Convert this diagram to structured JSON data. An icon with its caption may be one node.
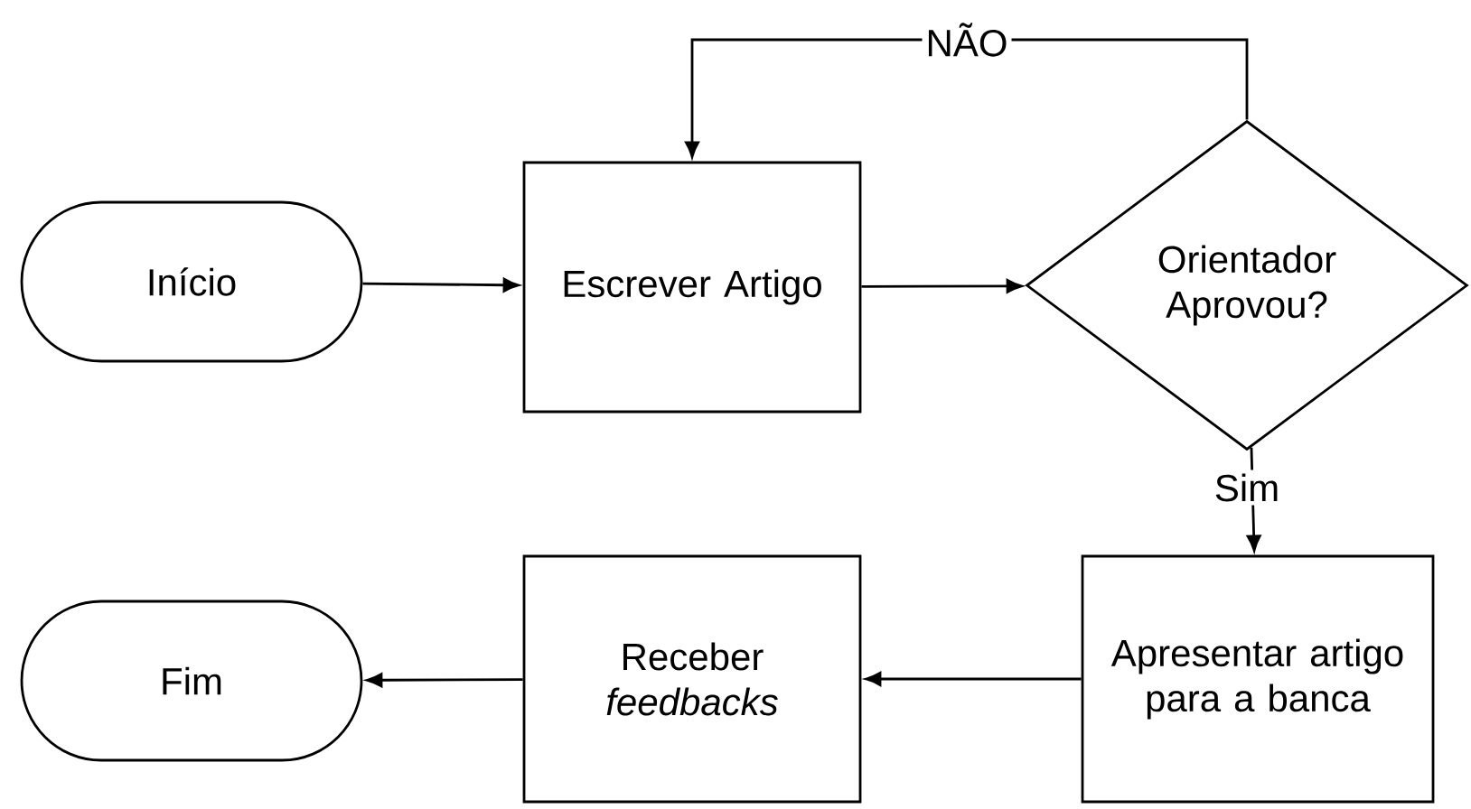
{
  "diagram": {
    "nodes": [
      {
        "text": [
          "Início"
        ]
      },
      {
        "text": [
          "Escrever Artigo"
        ]
      },
      {
        "text": [
          "Orientador Aprovou?"
        ]
      },
      {
        "text": [
          "Apresentar artigo para a banca"
        ]
      },
      {
        "text": [
          "Receber *feedbacks*"
        ]
      },
      {
        "text": [
          "Fim"
        ]
      }
    ],
    "edges": [
      {
        "from": 0,
        "to": 1,
        "arrow": "to"
      },
      {
        "from": 1,
        "to": 2,
        "arrow": "to"
      },
      {
        "from": 2,
        "to": 1,
        "arrow": "to",
        "label": "NÃO"
      },
      {
        "from": 2,
        "to": 3,
        "arrow": "to",
        "label": "Sim"
      },
      {
        "from": 3,
        "to": 4,
        "arrow": "to"
      },
      {
        "from": 4,
        "to": 5,
        "arrow": "to"
      }
    ]
  }
}
